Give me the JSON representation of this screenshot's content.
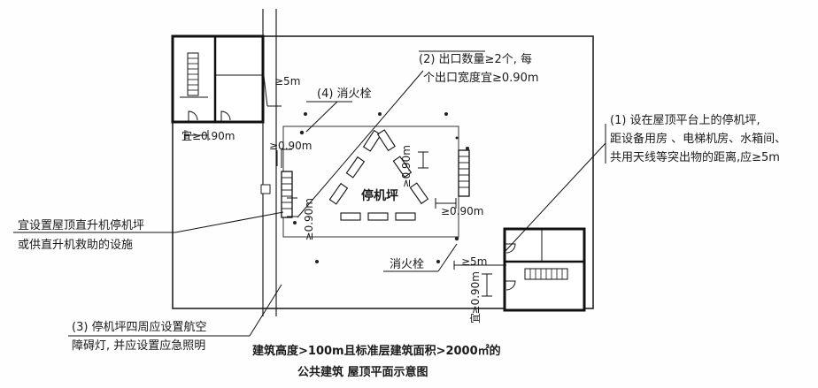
{
  "heliport_label": "停机坪",
  "annotations": {
    "note1": [
      "(1) 设在屋顶平台上的停机坪,",
      "距设备用房 、电梯机房、水箱间、",
      "共用天线等突出物的距离,应≥5m"
    ],
    "note2": [
      "(2) 出口数量≥2个, 每",
      "个出口宽度宜≥0.90m"
    ],
    "note3": [
      "(3) 停机坪四周应设置航空",
      "障碍灯, 并应设置应急照明"
    ],
    "note4": "(4) 消火栓",
    "hydrant": "消火栓",
    "rescue": [
      "宜设置屋顶直升机停机坪",
      "或供直升机救助的设施"
    ]
  },
  "dimensions": {
    "gt5m_top": "≥5m",
    "gt5m_bottom": "≥5m",
    "gt090_left_stair": "宜≥0.90m",
    "gt090_left_exit": "≥0.90m",
    "gt090_right_exit_v": "≥0.90m",
    "gt090_right_exit_h": "≥0.90m",
    "gt090_left_lower": "≥0.90m",
    "gt090_bottom_right": "≥0.90m",
    "yi": "宜"
  },
  "caption": [
    "建筑高度>100m且标准层建筑面积>2000㎡的",
    "公共建筑 屋顶平面示意图"
  ]
}
